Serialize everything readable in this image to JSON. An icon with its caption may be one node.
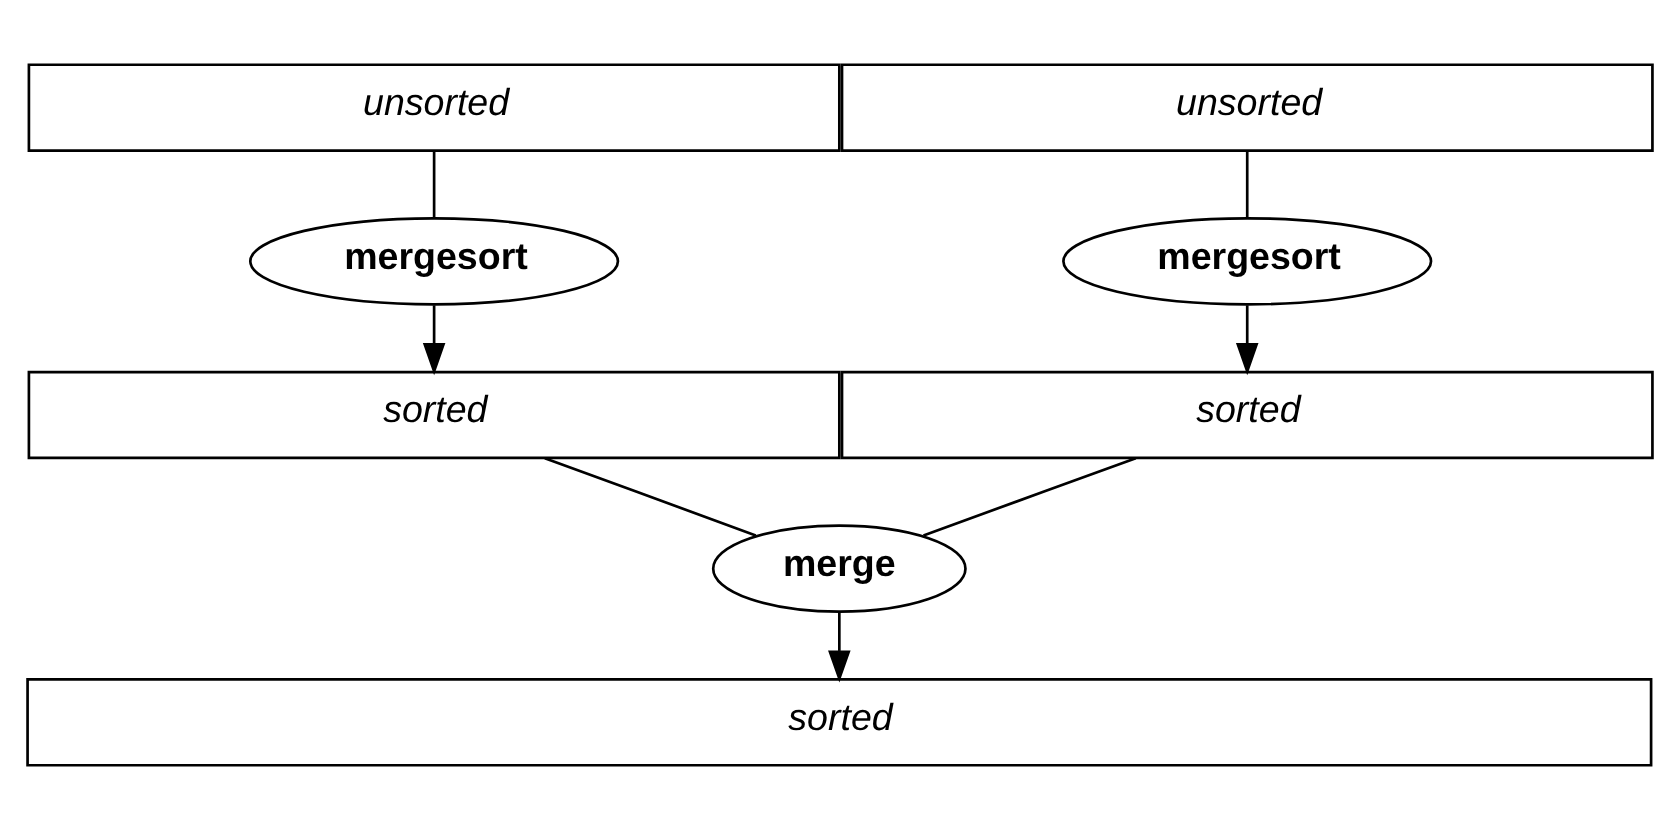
{
  "diagram": {
    "nodes": [
      {
        "text": [
          "unsorted"
        ]
      },
      {
        "text": [
          "unsorted"
        ]
      },
      {
        "text": [
          "mergesort"
        ]
      },
      {
        "text": [
          "mergesort"
        ]
      },
      {
        "text": [
          "sorted"
        ]
      },
      {
        "text": [
          "sorted"
        ]
      },
      {
        "text": [
          "merge"
        ]
      },
      {
        "text": [
          "sorted"
        ]
      }
    ],
    "edges": [
      {
        "from": 0,
        "to": 2,
        "arrow": "none"
      },
      {
        "from": 2,
        "to": 4,
        "arrow": "to"
      },
      {
        "from": 1,
        "to": 3,
        "arrow": "none"
      },
      {
        "from": 3,
        "to": 5,
        "arrow": "to"
      },
      {
        "from": 4,
        "to": 6,
        "arrow": "none"
      },
      {
        "from": 5,
        "to": 6,
        "arrow": "none"
      },
      {
        "from": 6,
        "to": 7,
        "arrow": "to"
      }
    ]
  }
}
